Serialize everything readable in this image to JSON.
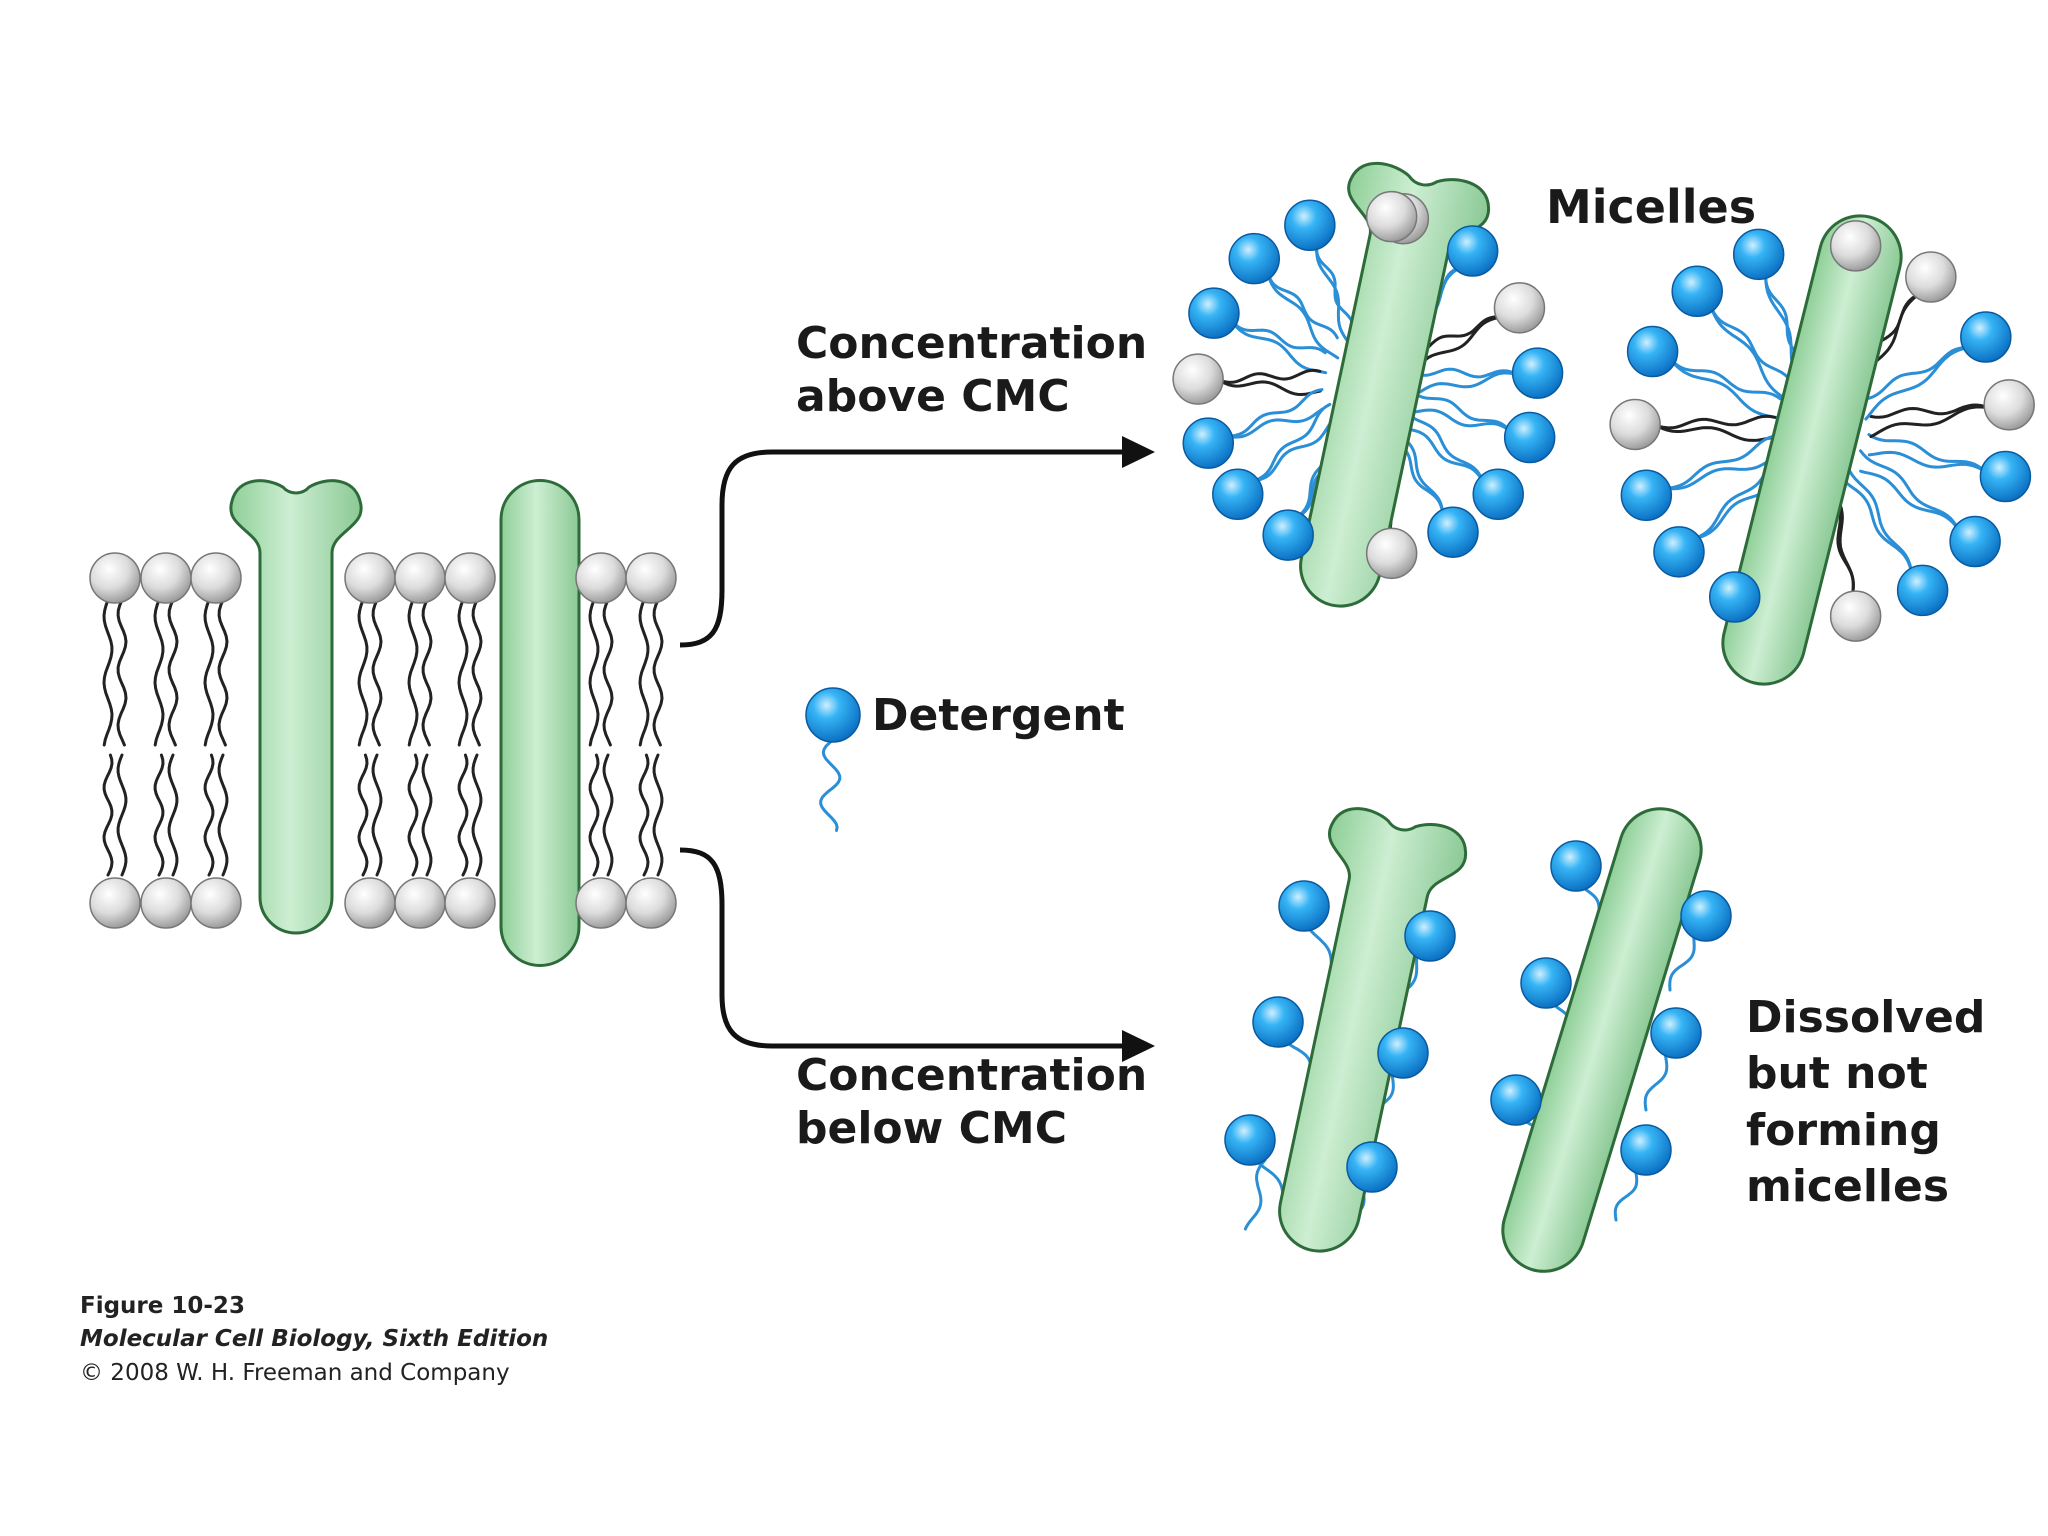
{
  "labels": {
    "micelles": "Micelles",
    "above": [
      "Concentration",
      "above CMC"
    ],
    "detergent": "Detergent",
    "below": [
      "Concentration",
      "below CMC"
    ],
    "dissolved": [
      "Dissolved",
      "but not",
      "forming",
      "micelles"
    ]
  },
  "caption": {
    "figure": "Figure 10-23",
    "book": "Molecular Cell Biology, Sixth Edition",
    "copyright": "© 2008 W. H. Freeman and Company"
  },
  "colors": {
    "protein": "#a9dcb0",
    "protein_stroke": "#2e6b3a",
    "detergent_head": "#1f9be6",
    "detergent_tail": "#2a8fd6",
    "lipid_head": "#d8d8d8",
    "lipid_tail": "#222222",
    "arrow": "#111111"
  }
}
